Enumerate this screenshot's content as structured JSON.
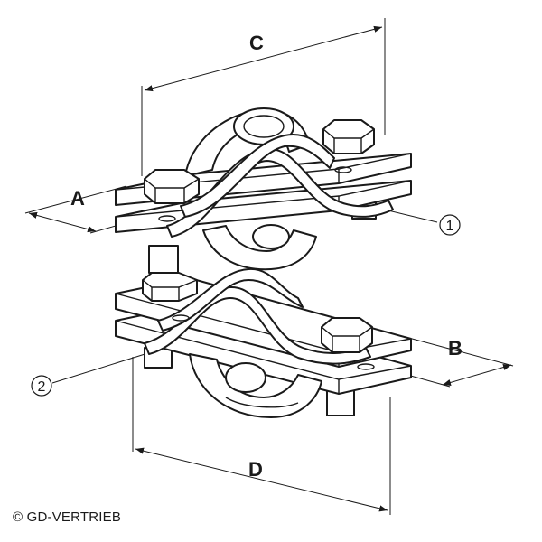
{
  "dimensions": {
    "a": "A",
    "b": "B",
    "c": "C",
    "d": "D"
  },
  "callouts": {
    "one": "1",
    "two": "2"
  },
  "copyright": "© GD-VERTRIEB",
  "colors": {
    "line": "#1a1a1a",
    "background": "#ffffff"
  }
}
